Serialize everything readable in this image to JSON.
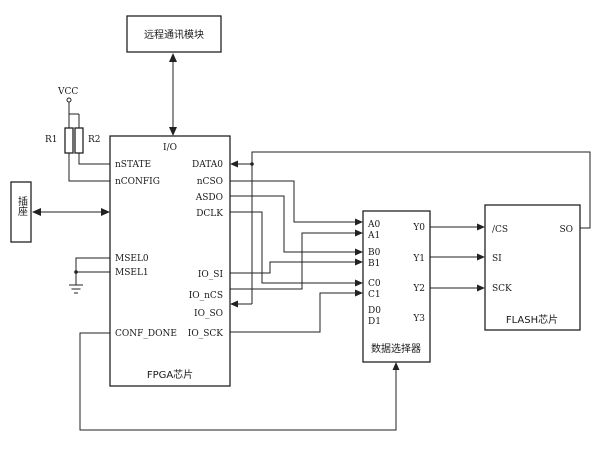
{
  "remote_module": {
    "label": "远程通讯模块"
  },
  "vcc": {
    "label": "VCC"
  },
  "resistors": {
    "r1": "R1",
    "r2": "R2"
  },
  "socket": {
    "label": "插座"
  },
  "fpga": {
    "title": "FPGA芯片",
    "io_label": "I/O",
    "left_pins": {
      "nstate": "nSTATE",
      "nconfig": "nCONFIG",
      "msel0": "MSEL0",
      "msel1": "MSEL1",
      "conf_done": "CONF_DONE"
    },
    "right_pins": {
      "data0": "DATA0",
      "ncso": "nCSO",
      "asdo": "ASDO",
      "dclk": "DCLK",
      "io_si": "IO_SI",
      "io_ncs": "IO_nCS",
      "io_so": "IO_SO",
      "io_sck": "IO_SCK"
    }
  },
  "mux": {
    "title": "数据选择器",
    "inputs": {
      "a0": "A0",
      "a1": "A1",
      "b0": "B0",
      "b1": "B1",
      "c0": "C0",
      "c1": "C1",
      "d0": "D0",
      "d1": "D1"
    },
    "outputs": {
      "y0": "Y0",
      "y1": "Y1",
      "y2": "Y2",
      "y3": "Y3"
    }
  },
  "flash": {
    "title": "FLASH芯片",
    "pins": {
      "cs": "/CS",
      "si": "SI",
      "sck": "SCK",
      "so": "SO"
    }
  }
}
